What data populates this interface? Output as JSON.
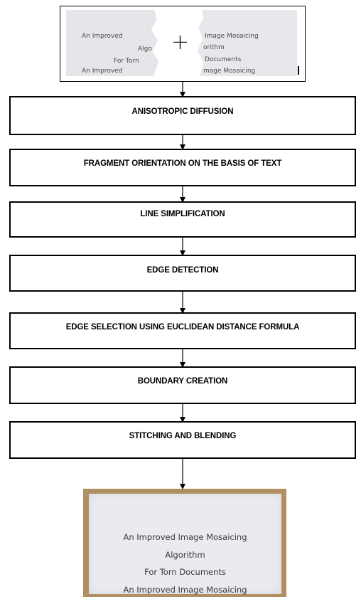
{
  "input_fragments": {
    "left": {
      "lines": [
        "An Improved",
        "Algo",
        "For Torn",
        "An Improved"
      ]
    },
    "right": {
      "lines": [
        "Image Mosaicing",
        "orithm",
        "Documents",
        "mage Mosaicing"
      ]
    },
    "join_symbol": "+"
  },
  "steps": [
    "ANISOTROPIC DIFFUSION",
    "FRAGMENT ORIENTATION ON THE BASIS OF TEXT",
    "LINE SIMPLIFICATION",
    "EDGE DETECTION",
    "EDGE SELECTION USING EUCLIDEAN DISTANCE FORMULA",
    "BOUNDARY CREATION",
    "STITCHING AND BLENDING"
  ],
  "output_document": {
    "lines": [
      "An Improved Image Mosaicing",
      "Algorithm",
      "For Torn Documents",
      "An Improved Image Mosaicing"
    ]
  }
}
